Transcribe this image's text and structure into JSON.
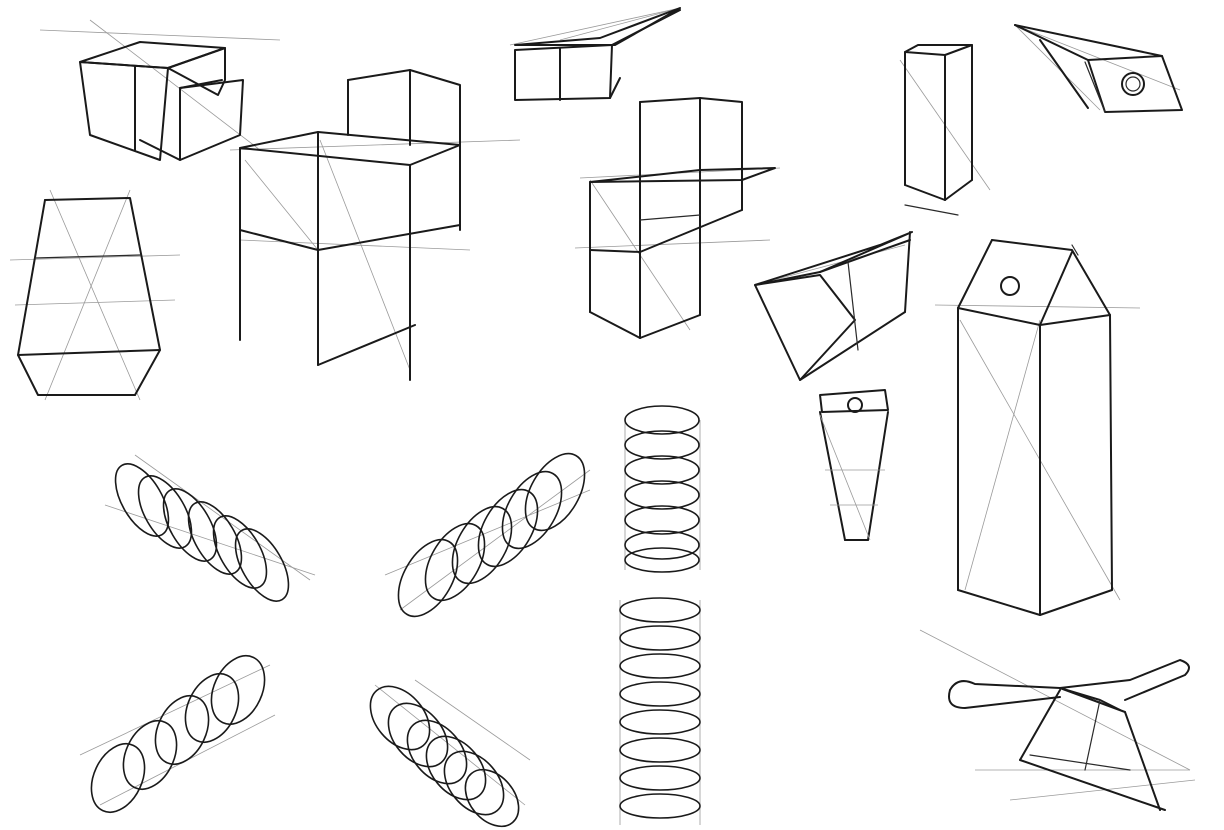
{
  "sheet": {
    "background": "#ffffff",
    "ink_color": "#1a1a1a",
    "guide_color": "#9a9a9a",
    "sketches": [
      "stacked-boxes-sketch",
      "tall-box-construction-sketch",
      "flat-box-perspective-sketch",
      "stepped-box-sketch",
      "thin-tall-box-sketch",
      "bottle-cap-box-sketch",
      "tapered-cup-sketch",
      "long-box-sketch",
      "small-carton-sketch",
      "milk-carton-sketch",
      "coil-spring-sketches",
      "clip-sketch"
    ]
  }
}
